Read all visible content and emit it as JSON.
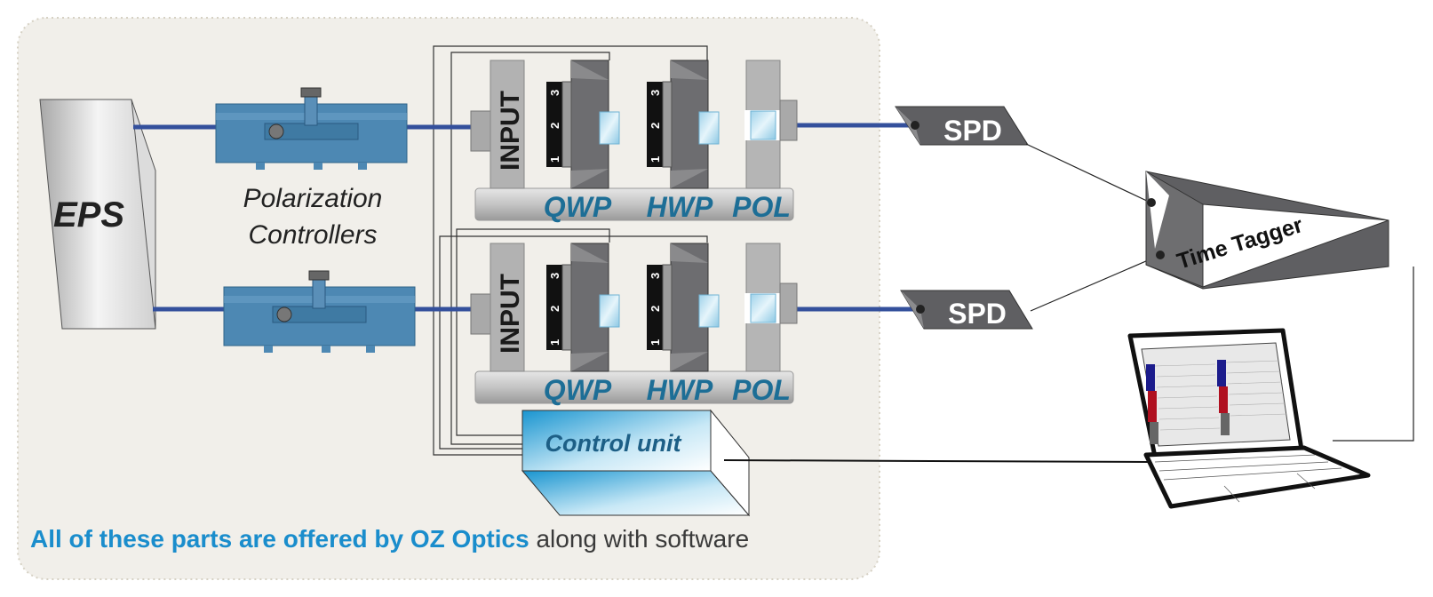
{
  "eps": {
    "label": "EPS"
  },
  "polarization_controllers": {
    "line1": "Polarization",
    "line2": "Controllers"
  },
  "stage_top": {
    "input": "INPUT",
    "qwp": "QWP",
    "hwp": "HWP",
    "pol": "POL",
    "scale": [
      "1",
      "2",
      "3"
    ]
  },
  "stage_bottom": {
    "input": "INPUT",
    "qwp": "QWP",
    "hwp": "HWP",
    "pol": "POL",
    "scale": [
      "1",
      "2",
      "3"
    ]
  },
  "spd_top": {
    "label": "SPD"
  },
  "spd_bottom": {
    "label": "SPD"
  },
  "time_tagger": {
    "label": "Time Tagger"
  },
  "control_unit": {
    "label": "Control unit"
  },
  "footer": {
    "highlight": "All of these parts are offered by OZ Optics",
    "rest": " along with software"
  },
  "colors": {
    "accent_blue": "#1a8dcc",
    "label_blue": "#1d6e96",
    "fiber": "#34509c",
    "controller": "#4d88b3",
    "panel": "#f1efea"
  }
}
